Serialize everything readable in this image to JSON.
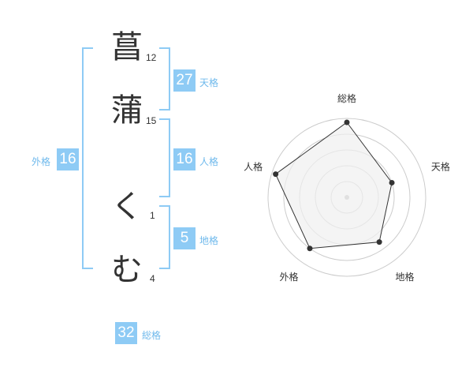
{
  "name": {
    "chars": [
      {
        "char": "菖",
        "strokes": "12"
      },
      {
        "char": "蒲",
        "strokes": "15"
      },
      {
        "char": "く",
        "strokes": "1"
      },
      {
        "char": "む",
        "strokes": "4"
      }
    ]
  },
  "kakusu": {
    "tenkaku": {
      "value": "27",
      "label": "天格"
    },
    "jinkaku": {
      "value": "16",
      "label": "人格"
    },
    "chikaku": {
      "value": "5",
      "label": "地格"
    },
    "gaikaku": {
      "value": "16",
      "label": "外格"
    },
    "soukaku": {
      "value": "32",
      "label": "総格"
    }
  },
  "chart_data": {
    "type": "radar",
    "axes": [
      "総格",
      "天格",
      "地格",
      "外格",
      "人格"
    ],
    "values": [
      0.95,
      0.6,
      0.7,
      0.8,
      0.95
    ],
    "rings": 5,
    "colors": {
      "stroke": "#333333",
      "fill": "#f0f0f0",
      "ring": "#cccccc"
    }
  }
}
